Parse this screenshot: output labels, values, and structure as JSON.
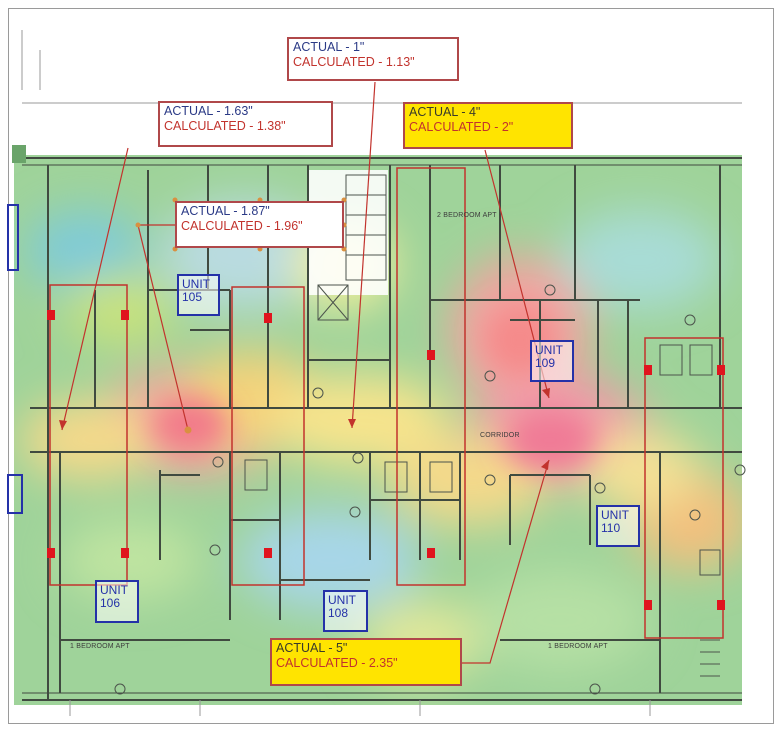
{
  "callouts": [
    {
      "actual": "ACTUAL - 1\"",
      "calculated": "CALCULATED - 1.13\"",
      "style": "white"
    },
    {
      "actual": "ACTUAL - 1.63\"",
      "calculated": "CALCULATED - 1.38\"",
      "style": "white"
    },
    {
      "actual": "ACTUAL - 4\"",
      "calculated": "CALCULATED - 2\"",
      "style": "yellow"
    },
    {
      "actual": "ACTUAL - 1.87\"",
      "calculated": "CALCULATED - 1.96\"",
      "style": "white"
    },
    {
      "actual": "ACTUAL - 5\"",
      "calculated": "CALCULATED - 2.35\"",
      "style": "yellow"
    }
  ],
  "units": [
    {
      "line1": "UNIT",
      "line2": "105"
    },
    {
      "line1": "UNIT",
      "line2": "109"
    },
    {
      "line1": "UNIT",
      "line2": "110"
    },
    {
      "line1": "UNIT",
      "line2": "106"
    },
    {
      "line1": "UNIT",
      "line2": "108"
    }
  ],
  "plan_labels": {
    "bedroom_apt": "2 BEDROOM APT",
    "one_bedroom_left": "1 BEDROOM APT",
    "one_bedroom_right": "1 BEDROOM APT",
    "corridor": "CORRIDOR"
  },
  "colors": {
    "callout_border": "#b0484a",
    "actual_text": "#2b3a86",
    "calculated_text": "#c2332d",
    "callout_highlight": "#ffe400",
    "unit_box": "#2431a8",
    "marker": "#e0141e",
    "leader_line": "#c2332d",
    "wall_line": "#404a40"
  }
}
